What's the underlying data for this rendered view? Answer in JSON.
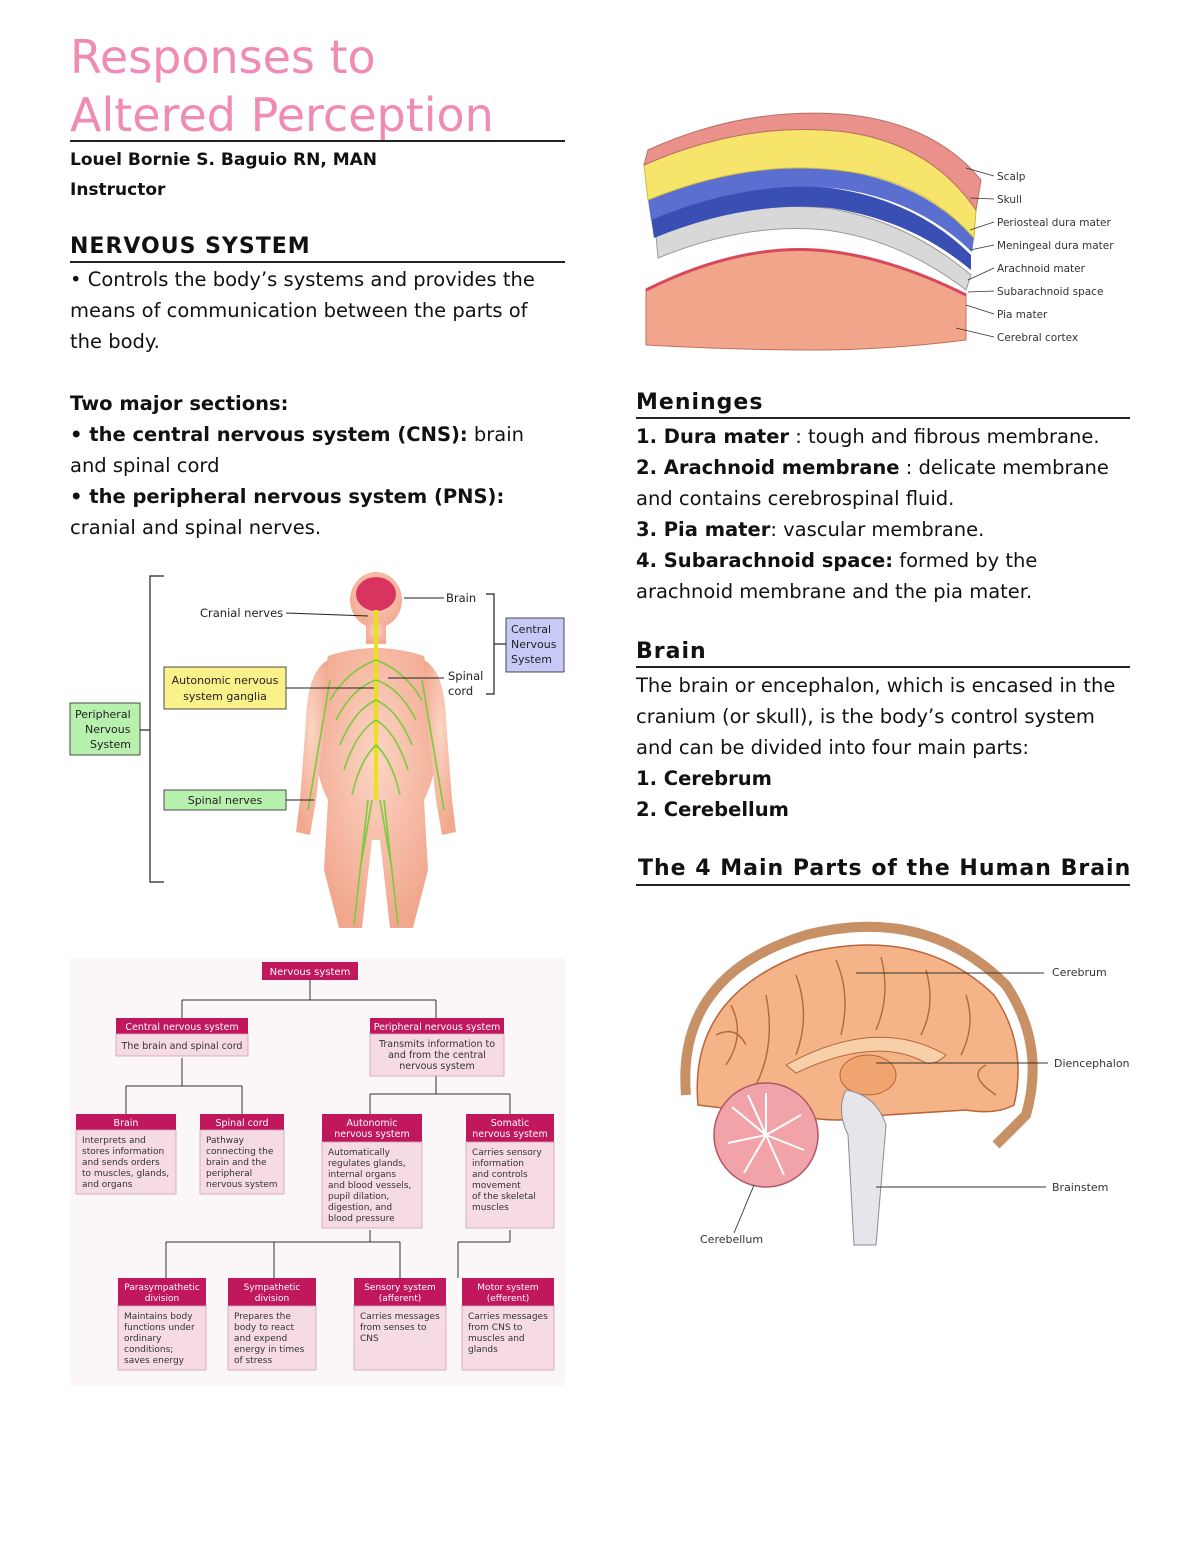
{
  "doc": {
    "title_line1": "Responses to",
    "title_line2": "Altered Perception",
    "author": "Louel Bornie S. Baguio RN, MAN",
    "role": "Instructor"
  },
  "nervous": {
    "heading": "NERVOUS SYSTEM",
    "bullet": "• Controls the body’s systems and provides the means of communication between the parts of the body.",
    "sections_label": "Two major sections:",
    "cns_term": "• the central nervous system (CNS):",
    "cns_desc": " brain and spinal cord",
    "pns_term": "• the peripheral nervous system (PNS):",
    "pns_desc": " cranial and spinal nerves."
  },
  "body_fig": {
    "brain": "Brain",
    "cranial": "Cranial nerves",
    "auto1": "Autonomic nervous",
    "auto2": "system ganglia",
    "spinal1": "Spinal",
    "spinal2": "cord",
    "spinal_nerves": "Spinal nerves",
    "cns1": "Central",
    "cns2": "Nervous",
    "cns3": "System",
    "pns1": "Peripheral",
    "pns2": "Nervous",
    "pns3": "System"
  },
  "flow": {
    "root": "Nervous system",
    "cns_h": "Central nervous system",
    "cns_t": "The brain and spinal cord",
    "pns_h": "Peripheral nervous system",
    "pns_t1": "Transmits information to",
    "pns_t2": "and from the central",
    "pns_t3": "nervous system",
    "brain_h": "Brain",
    "brain_t": [
      "Interprets and",
      "stores information",
      "and sends orders",
      "to muscles, glands,",
      "and organs"
    ],
    "cord_h": "Spinal cord",
    "cord_t": [
      "Pathway",
      "connecting the",
      "brain and the",
      "peripheral",
      "nervous system"
    ],
    "auto_h1": "Autonomic",
    "auto_h2": "nervous system",
    "auto_t": [
      "Automatically",
      "regulates glands,",
      "internal organs",
      "and blood vessels,",
      "pupil dilation,",
      "digestion, and",
      "blood pressure"
    ],
    "som_h1": "Somatic",
    "som_h2": "nervous system",
    "som_t": [
      "Carries sensory",
      "information",
      "and controls",
      "movement",
      "of the skeletal",
      "muscles"
    ],
    "para_h1": "Parasympathetic",
    "para_h2": "division",
    "para_t": [
      "Maintains body",
      "functions under",
      "ordinary",
      "conditions;",
      "saves energy"
    ],
    "symp_h1": "Sympathetic",
    "symp_h2": "division",
    "symp_t": [
      "Prepares the",
      "body to react",
      "and expend",
      "energy in times",
      "of stress"
    ],
    "sens_h1": "Sensory system",
    "sens_h2": "(afferent)",
    "sens_t": [
      "Carries messages",
      "from senses to",
      "CNS"
    ],
    "mot_h1": "Motor system",
    "mot_h2": "(efferent)",
    "mot_t": [
      "Carries messages",
      "from CNS to",
      "muscles and",
      "glands"
    ]
  },
  "mening_fig": {
    "labels": [
      "Scalp",
      "Skull",
      "Periosteal dura mater",
      "Meningeal dura mater",
      "Arachnoid mater",
      "Subarachnoid space",
      "Pia mater",
      "Cerebral cortex"
    ]
  },
  "meninges": {
    "heading": "Meninges",
    "i1_term": "1. Dura mater",
    "i1_desc": " : tough and fibrous membrane.",
    "i2_term": "2. Arachnoid membrane",
    "i2_desc": " : delicate membrane and contains cerebrospinal fluid.",
    "i3_term": "3. Pia mater",
    "i3_desc": ": vascular membrane.",
    "i4_term": "4. Subarachnoid space:",
    "i4_desc": " formed by the arachnoid membrane and the pia mater."
  },
  "brain": {
    "heading": "Brain",
    "text": "The brain or encephalon, which is encased in the cranium (or skull), is the body’s control system and can be divided into four main parts:",
    "p1": "1. Cerebrum",
    "p2": "2. Cerebellum",
    "parts_heading": "The 4 Main Parts of the Human Brain"
  },
  "brain_fig": {
    "cerebrum": "Cerebrum",
    "diencephalon": "Diencephalon",
    "brainstem": "Brainstem",
    "cerebellum": "Cerebellum"
  }
}
